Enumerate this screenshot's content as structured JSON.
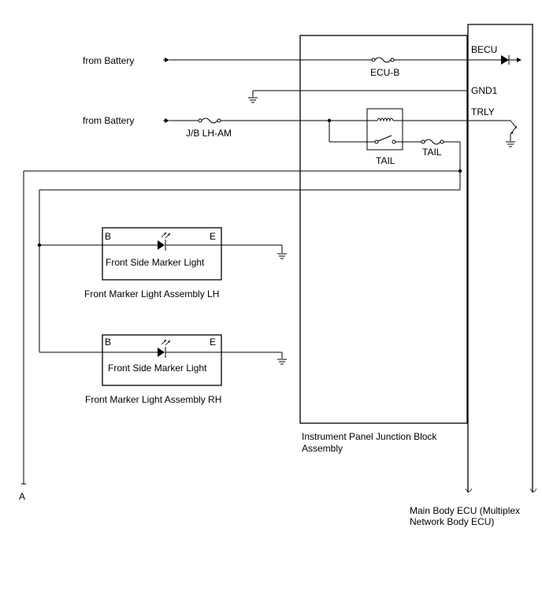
{
  "labels": {
    "from_battery_1": "from Battery",
    "from_battery_2": "from Battery",
    "ecu_b": "ECU-B",
    "becu": "BECU",
    "gnd1": "GND1",
    "trly": "TRLY",
    "jb_lh_am": "J/B LH-AM",
    "tail_relay": "TAIL",
    "tail_fuse": "TAIL",
    "lh_b": "B",
    "lh_e": "E",
    "lh_light": "Front Side Marker Light",
    "lh_assembly": "Front Marker Light Assembly LH",
    "rh_b": "B",
    "rh_e": "E",
    "rh_light": "Front Side Marker Light",
    "rh_assembly": "Front Marker Light Assembly RH",
    "junction_block_line1": "Instrument Panel Junction Block",
    "junction_block_line2": "Assembly",
    "main_ecu_line1": "Main Body ECU (Multiplex",
    "main_ecu_line2": "Network Body ECU)",
    "terminal_a": "A"
  }
}
